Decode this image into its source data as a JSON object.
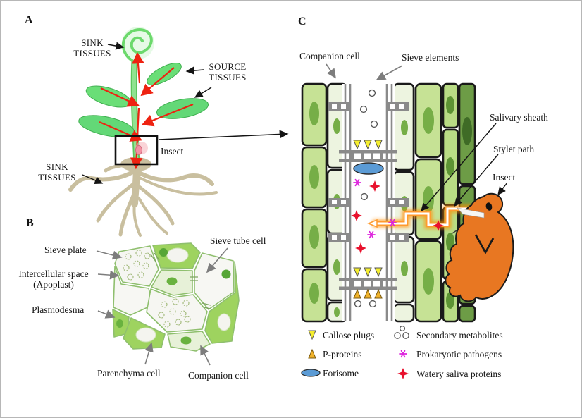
{
  "figure": {
    "panel_a": {
      "letter": "A",
      "sink_top_line1": "SINK",
      "sink_top_line2": "TISSUES",
      "source_line1": "SOURCE",
      "source_line2": "TISSUES",
      "insect_label": "Insect",
      "sink_bottom_line1": "SINK",
      "sink_bottom_line2": "TISSUES"
    },
    "panel_b": {
      "letter": "B",
      "sieve_plate": "Sieve plate",
      "sieve_tube_cell": "Sieve tube cell",
      "intercellular_line1": "Intercellular space",
      "intercellular_line2": "(Apoplast)",
      "plasmodesma": "Plasmodesma",
      "parenchyma_cell": "Parenchyma cell",
      "companion_cell": "Companion cell"
    },
    "panel_c": {
      "letter": "C",
      "companion_cell": "Companion cell",
      "sieve_elements": "Sieve elements",
      "salivary_sheath": "Salivary sheath",
      "stylet_path": "Stylet path",
      "insect_label": "Insect"
    },
    "legend": {
      "callose_plugs": "Callose plugs",
      "p_proteins": "P-proteins",
      "forisome": "Forisome",
      "secondary_metabolites": "Secondary metabolites",
      "prokaryotic_pathogens": "Prokaryotic pathogens",
      "watery_saliva_proteins": "Watery saliva proteins"
    },
    "colors": {
      "leaf_green": "#63d877",
      "stem_green": "#7ed47e",
      "arrow_red": "#ee2211",
      "root_tan": "#c9bf9f",
      "cell_green": "#c6e295",
      "cell_pale": "#edf4e0",
      "cell_dark_strip": "#6d9c46",
      "sieve_wall_gray": "#8a8a8a",
      "insect_orange": "#e87722",
      "forisome_blue": "#5b9bd5",
      "callose_yellow": "#f5ee2e",
      "p_protein_orange": "#f0b22a",
      "pathogen_magenta": "#dd22dd",
      "saliva_red": "#e8112d",
      "stylet_glow_orange": "#ff8c00"
    }
  }
}
